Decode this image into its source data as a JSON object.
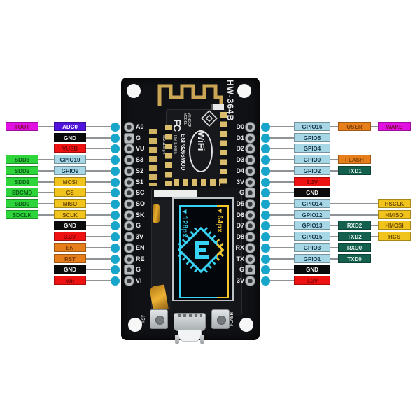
{
  "colors": {
    "palette": {
      "magenta": {
        "bg": "#e112e1",
        "fg": "#7c0f3a"
      },
      "purple": {
        "bg": "#5014dc",
        "fg": "#ffffff"
      },
      "black": {
        "bg": "#0b0b0b",
        "fg": "#f2f2f2"
      },
      "red": {
        "bg": "#ef1212",
        "fg": "#7e0808"
      },
      "green": {
        "bg": "#2ed53a",
        "fg": "#0b5a17"
      },
      "lightblue": {
        "bg": "#a7d6e5",
        "fg": "#15384a"
      },
      "yellow": {
        "bg": "#f1c31d",
        "fg": "#6e4d04"
      },
      "orange": {
        "bg": "#e67e1b",
        "fg": "#7c3e03"
      },
      "teal": {
        "bg": "#14604e",
        "fg": "#e2efe9"
      }
    },
    "dot": "#17a6c9",
    "wire": "#8f9396",
    "board": "#101114",
    "gold": "#c9a554",
    "oled_cyan": "#38d3f4",
    "oled_yellow": "#f6c62e"
  },
  "board": {
    "model": "HW-364B",
    "module": {
      "fcc": "FC",
      "vendor": "MODEL VENDOR",
      "wifi": "WiFi",
      "chip": "ESP8266MOD",
      "specs": [
        "802.11.b/g/n",
        "PA +25dBm",
        "ISM 2.4GHz"
      ]
    },
    "oled": {
      "width_label": "◄128px",
      "height_label": "◄64px"
    },
    "buttons": {
      "reset": "RST",
      "flash": "FLASH"
    }
  },
  "pins": {
    "rows": [
      {
        "bl": "A0",
        "br": "D0",
        "left": [
          {
            "label": "TOUT",
            "color": "magenta"
          },
          {
            "label": "ADC0",
            "color": "purple"
          }
        ],
        "right": [
          {
            "label": "GPIO16",
            "color": "lightblue"
          },
          {
            "label": "USER",
            "color": "orange"
          },
          {
            "label": "WAKE",
            "color": "magenta"
          }
        ]
      },
      {
        "bl": "G",
        "br": "D1",
        "lsq": true,
        "left": [
          {
            "label": "GND",
            "color": "black"
          }
        ],
        "right": [
          {
            "label": "GPIO5",
            "color": "lightblue"
          }
        ]
      },
      {
        "bl": "VU",
        "br": "D2",
        "left": [
          {
            "label": "VUSB",
            "color": "red"
          }
        ],
        "right": [
          {
            "label": "GPIO4",
            "color": "lightblue"
          }
        ]
      },
      {
        "bl": "S3",
        "br": "D3",
        "left": [
          {
            "label": "SDD3",
            "color": "green"
          },
          {
            "label": "GPIO10",
            "color": "lightblue"
          }
        ],
        "right": [
          {
            "label": "GPIO0",
            "color": "lightblue"
          },
          {
            "label": "FLASH",
            "color": "orange"
          }
        ]
      },
      {
        "bl": "S2",
        "br": "D4",
        "left": [
          {
            "label": "SDD2",
            "color": "green"
          },
          {
            "label": "GPIO9",
            "color": "lightblue"
          }
        ],
        "right": [
          {
            "label": "GPIO2",
            "color": "lightblue"
          },
          {
            "label": "TXD1",
            "color": "teal"
          }
        ]
      },
      {
        "bl": "S1",
        "br": "3V",
        "left": [
          {
            "label": "SDD1",
            "color": "green"
          },
          {
            "label": "MOSI",
            "color": "yellow"
          }
        ],
        "right": [
          {
            "label": "3.3V",
            "color": "red"
          }
        ]
      },
      {
        "bl": "SC",
        "br": "G",
        "rsq": true,
        "left": [
          {
            "label": "SDCMD",
            "color": "green"
          },
          {
            "label": "CS",
            "color": "yellow"
          }
        ],
        "right": [
          {
            "label": "GND",
            "color": "black"
          }
        ]
      },
      {
        "bl": "SO",
        "br": "D5",
        "left": [
          {
            "label": "SDD0",
            "color": "green"
          },
          {
            "label": "MISO",
            "color": "yellow"
          }
        ],
        "right": [
          {
            "label": "GPIO14",
            "color": "lightblue"
          },
          {
            "label": "HSCLK",
            "color": "yellow",
            "col": 2
          }
        ]
      },
      {
        "bl": "SK",
        "br": "D6",
        "left": [
          {
            "label": "SDCLK",
            "color": "green"
          },
          {
            "label": "SCLK",
            "color": "yellow"
          }
        ],
        "right": [
          {
            "label": "GPIO12",
            "color": "lightblue"
          },
          {
            "label": "HMISO",
            "color": "yellow",
            "col": 2
          }
        ]
      },
      {
        "bl": "G",
        "br": "D7",
        "left": [
          {
            "label": "GND",
            "color": "black"
          }
        ],
        "right": [
          {
            "label": "GPIO13",
            "color": "lightblue"
          },
          {
            "label": "RXD2",
            "color": "teal"
          },
          {
            "label": "HMOSI",
            "color": "yellow"
          }
        ]
      },
      {
        "bl": "3V",
        "br": "D8",
        "left": [
          {
            "label": "3.3V",
            "color": "red"
          }
        ],
        "right": [
          {
            "label": "GPIO15",
            "color": "lightblue"
          },
          {
            "label": "TXD2",
            "color": "teal"
          },
          {
            "label": "HCS",
            "color": "yellow"
          }
        ]
      },
      {
        "bl": "EN",
        "br": "RX",
        "left": [
          {
            "label": "EN",
            "color": "orange"
          }
        ],
        "right": [
          {
            "label": "GPIO3",
            "color": "lightblue"
          },
          {
            "label": "RXD0",
            "color": "teal"
          }
        ]
      },
      {
        "bl": "RE",
        "br": "TX",
        "left": [
          {
            "label": "RST",
            "color": "orange"
          }
        ],
        "right": [
          {
            "label": "GPIO1",
            "color": "lightblue"
          },
          {
            "label": "TXD0",
            "color": "teal"
          }
        ]
      },
      {
        "bl": "G",
        "br": "G",
        "lsq": true,
        "rsq": true,
        "left": [
          {
            "label": "GND",
            "color": "black"
          }
        ],
        "right": [
          {
            "label": "GND",
            "color": "black"
          }
        ]
      },
      {
        "bl": "VI",
        "br": "3V",
        "left": [
          {
            "label": "Vin",
            "color": "red"
          }
        ],
        "right": [
          {
            "label": "3.3V",
            "color": "red"
          }
        ]
      }
    ]
  }
}
